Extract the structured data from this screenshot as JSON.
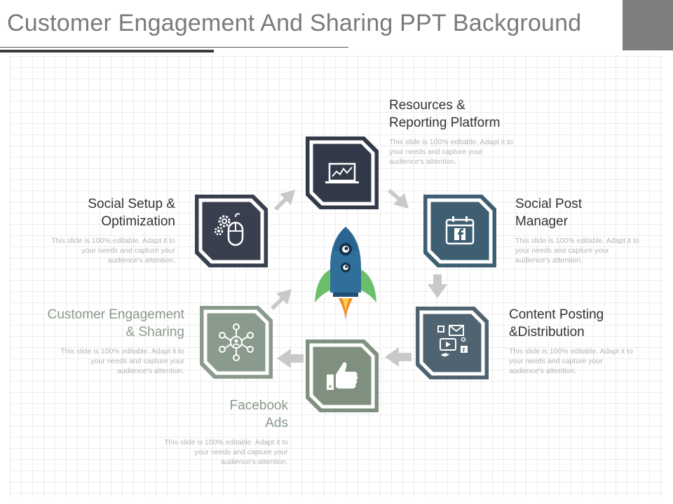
{
  "title": "Customer Engagement And Sharing PPT Background",
  "description": "This slide is 100% editable. Adapt it to your needs and capture your audience's attention.",
  "colors": {
    "dark_navy": "#323a4a",
    "steel_blue": "#3e5e72",
    "slate": "#4f6470",
    "sage": "#8a9a8c",
    "rocket_blue": "#2f6f9a",
    "rocket_green": "#6cbf6a",
    "flame": "#f28a2a"
  },
  "steps": [
    {
      "label": "Resources &\nReporting Platform",
      "icon": "laptop-chart-icon"
    },
    {
      "label": "Social Post\nManager",
      "icon": "calendar-facebook-icon"
    },
    {
      "label": "Content Posting\n&Distribution",
      "icon": "social-media-content-icon"
    },
    {
      "label": "Facebook\nAds",
      "icon": "thumbs-up-icon"
    },
    {
      "label": "Customer Engagement\n& Sharing",
      "icon": "network-person-icon"
    },
    {
      "label": "Social Setup &\nOptimization",
      "icon": "mouse-gears-icon"
    }
  ],
  "center_icon": "rocket-icon"
}
